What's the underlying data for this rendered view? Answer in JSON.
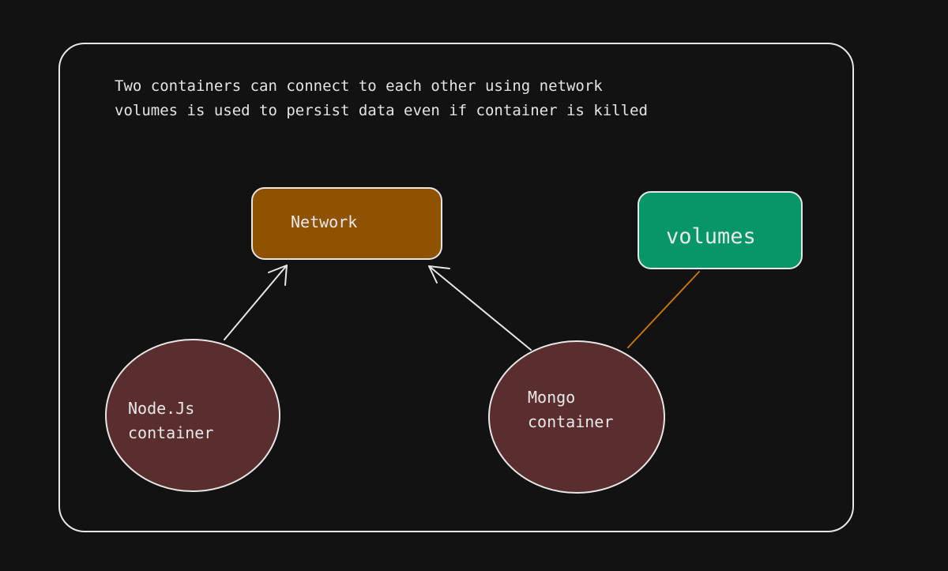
{
  "note": {
    "lines": [
      "Two containers can connect to each other using network",
      "volumes is used to persist data even if container is killed"
    ]
  },
  "nodes": {
    "network": {
      "label": "Network",
      "fill": "#8f5200"
    },
    "volumes": {
      "label": "volumes",
      "fill": "#07966a"
    },
    "nodejs": {
      "lines": [
        "Node.Js",
        "container"
      ],
      "fill": "#5a2e2e"
    },
    "mongo": {
      "lines": [
        "Mongo",
        "container"
      ],
      "fill": "#5a2e2e"
    }
  },
  "colors": {
    "background": "#121212",
    "stroke": "#e6e6e6",
    "volume_link": "#c67412"
  }
}
